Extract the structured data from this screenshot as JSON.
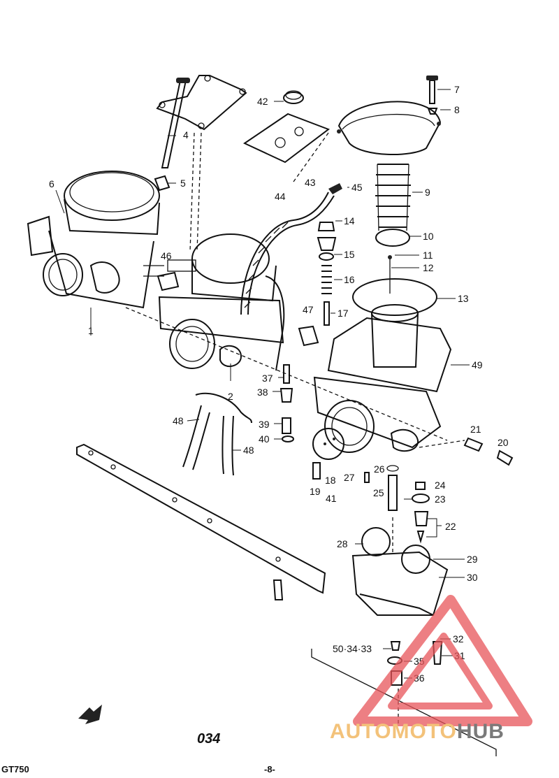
{
  "diagram": {
    "page_code": "034",
    "model": "GT750",
    "page_number": "-8-",
    "part_labels": [
      "1",
      "2",
      "4",
      "5",
      "6",
      "7",
      "8",
      "9",
      "10",
      "11",
      "12",
      "13",
      "14",
      "15",
      "16",
      "17",
      "18",
      "19",
      "20",
      "21",
      "22",
      "23",
      "24",
      "25",
      "26",
      "27",
      "28",
      "29",
      "30",
      "31",
      "32",
      "35",
      "36",
      "37",
      "38",
      "39",
      "40",
      "41",
      "42",
      "43",
      "44",
      "45",
      "46",
      "47",
      "48",
      "48",
      "49",
      "50·34·33"
    ]
  },
  "watermark": {
    "text_part1": "AUTOMOTO",
    "text_part2": "HUB",
    "colors": {
      "accent": "#f3c27a",
      "triangle": "#e8555a",
      "gray": "#7a7a7a"
    }
  }
}
